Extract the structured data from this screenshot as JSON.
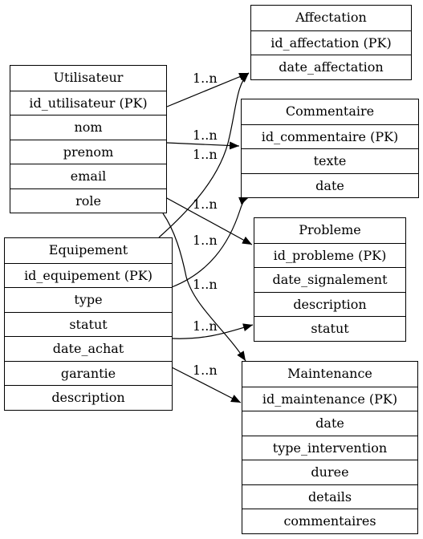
{
  "entities": {
    "affectation": {
      "title": "Affectation",
      "attributes": [
        "id_affectation (PK)",
        "date_affectation"
      ]
    },
    "utilisateur": {
      "title": "Utilisateur",
      "attributes": [
        "id_utilisateur (PK)",
        "nom",
        "prenom",
        "email",
        "role"
      ]
    },
    "commentaire": {
      "title": "Commentaire",
      "attributes": [
        "id_commentaire (PK)",
        "texte",
        "date"
      ]
    },
    "probleme": {
      "title": "Probleme",
      "attributes": [
        "id_probleme (PK)",
        "date_signalement",
        "description",
        "statut"
      ]
    },
    "equipement": {
      "title": "Equipement",
      "attributes": [
        "id_equipement (PK)",
        "type",
        "statut",
        "date_achat",
        "garantie",
        "description"
      ]
    },
    "maintenance": {
      "title": "Maintenance",
      "attributes": [
        "id_maintenance (PK)",
        "date",
        "type_intervention",
        "duree",
        "details",
        "commentaires"
      ]
    }
  },
  "relations": [
    {
      "from": "utilisateur",
      "to": "affectation",
      "cardinality": "1..n"
    },
    {
      "from": "utilisateur",
      "to": "commentaire",
      "cardinality": "1..n"
    },
    {
      "from": "equipement",
      "to": "affectation",
      "cardinality": "1..n"
    },
    {
      "from": "utilisateur",
      "to": "probleme",
      "cardinality": "1..n"
    },
    {
      "from": "equipement",
      "to": "commentaire",
      "cardinality": "1..n"
    },
    {
      "from": "utilisateur",
      "to": "maintenance",
      "cardinality": "1..n"
    },
    {
      "from": "equipement",
      "to": "probleme",
      "cardinality": "1..n"
    },
    {
      "from": "equipement",
      "to": "maintenance",
      "cardinality": "1..n"
    }
  ],
  "style": {
    "line_color": "#000000",
    "background": "#ffffff"
  }
}
